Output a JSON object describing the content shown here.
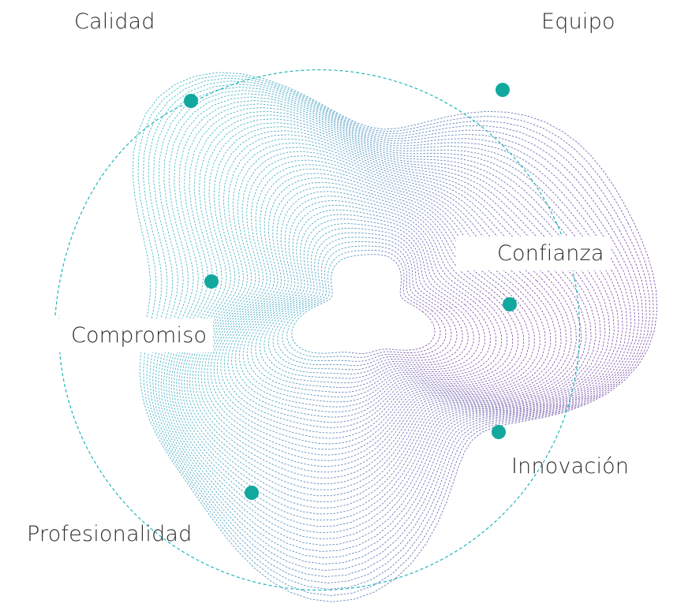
{
  "labels": {
    "calidad": "Calidad",
    "equipo": "Equipo",
    "confianza": "Confianza",
    "compromiso": "Compromiso",
    "innovacion": "Innovación",
    "profesionalidad": "Profesionalidad"
  },
  "colors": {
    "teal": "#1fb6b8",
    "purple": "#6a3f9e",
    "dot": "#13a89e",
    "text": "#2b2b2b"
  }
}
